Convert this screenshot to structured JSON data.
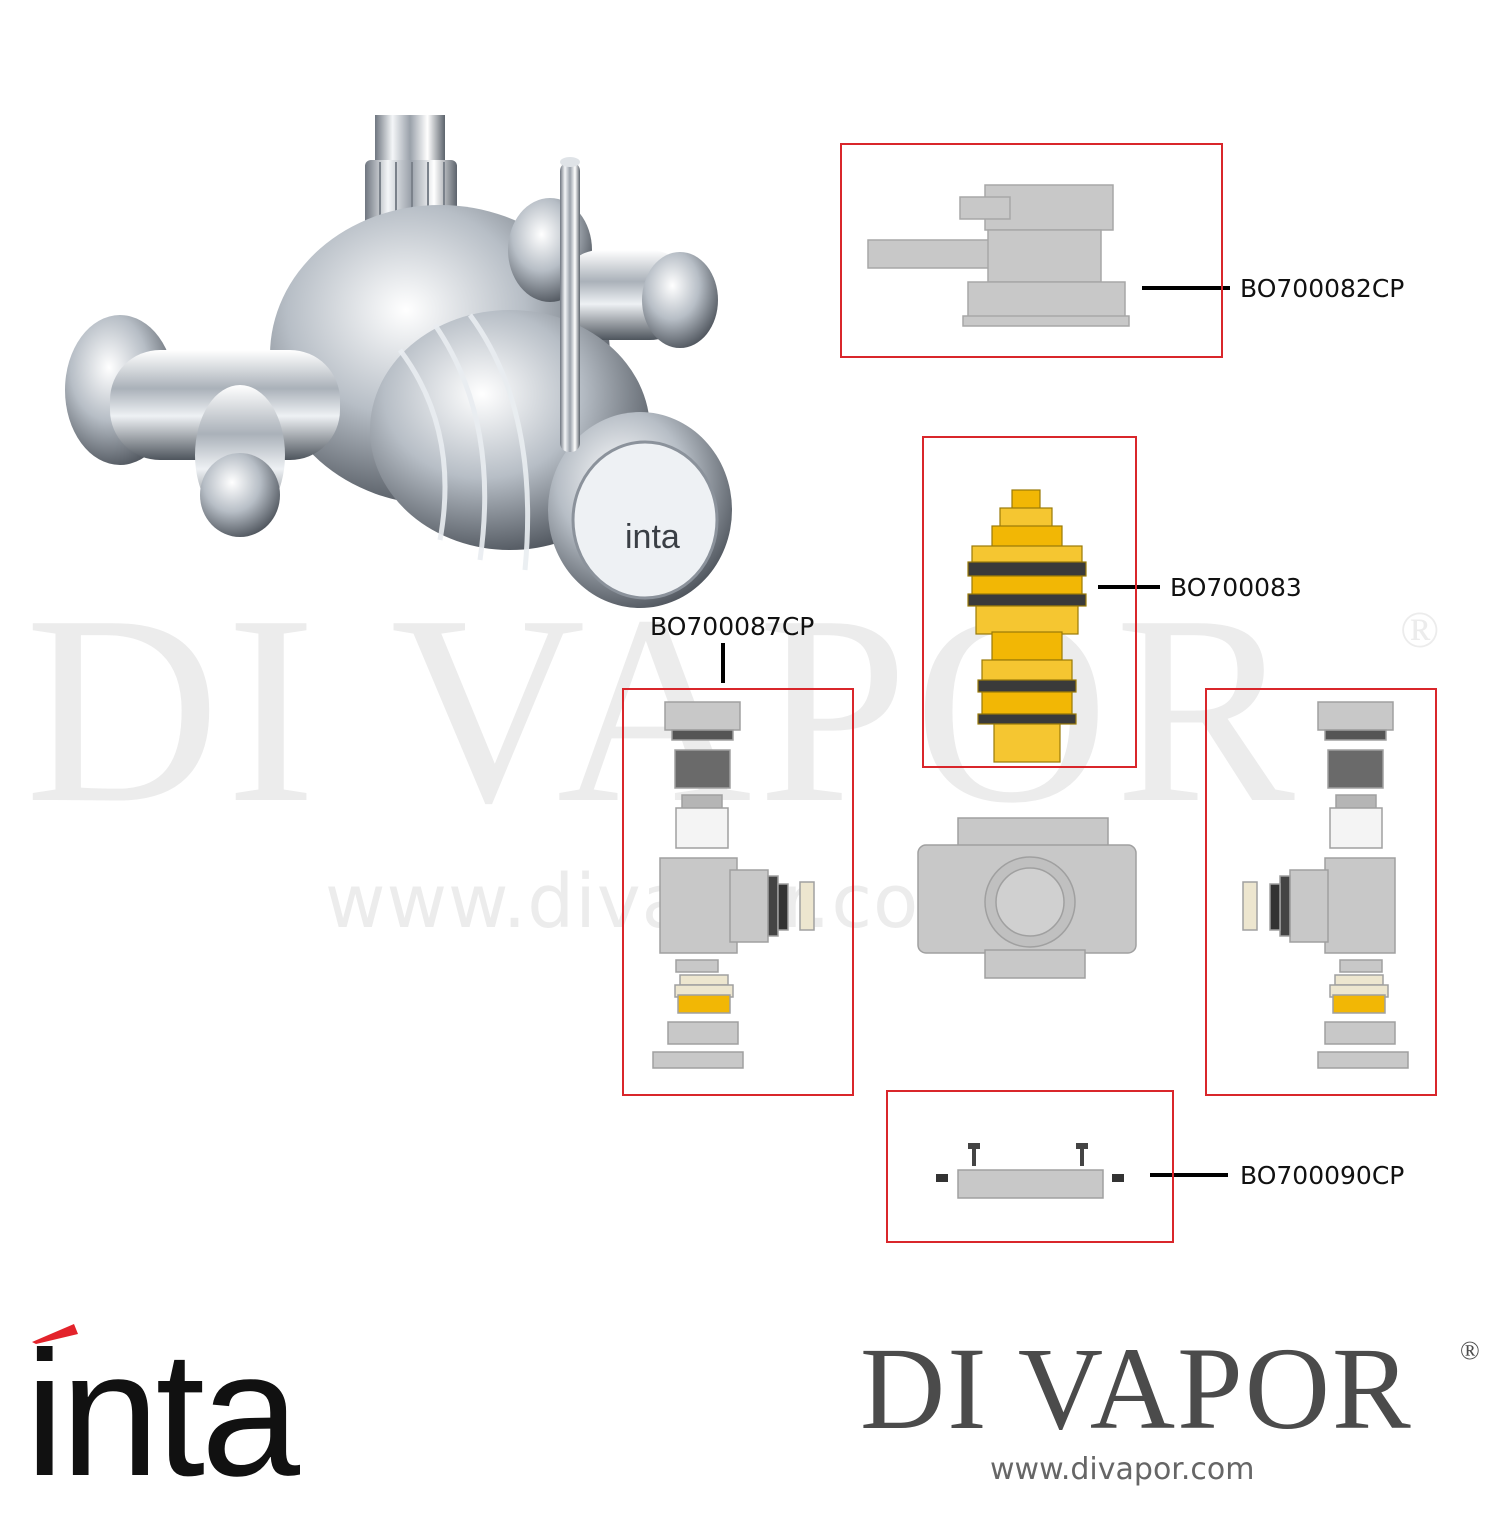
{
  "watermark": {
    "text": "DI VAPOR",
    "registered": "®",
    "url": "www.divapor.com"
  },
  "product_photo": {
    "engraving": "inta"
  },
  "parts": [
    {
      "code": "BO700082CP"
    },
    {
      "code": "BO700083"
    },
    {
      "code": "BO700087CP"
    },
    {
      "code": "BO700090CP"
    }
  ],
  "logos": {
    "inta": "inta",
    "divapor": "DI VAPOR",
    "divapor_registered": "®",
    "divapor_url": "www.divapor.com"
  },
  "colors": {
    "highlight_box": "#d9262b",
    "part_grey": "#c8c8c8",
    "brass": "#f2b705",
    "inta_accent": "#e3232b"
  }
}
